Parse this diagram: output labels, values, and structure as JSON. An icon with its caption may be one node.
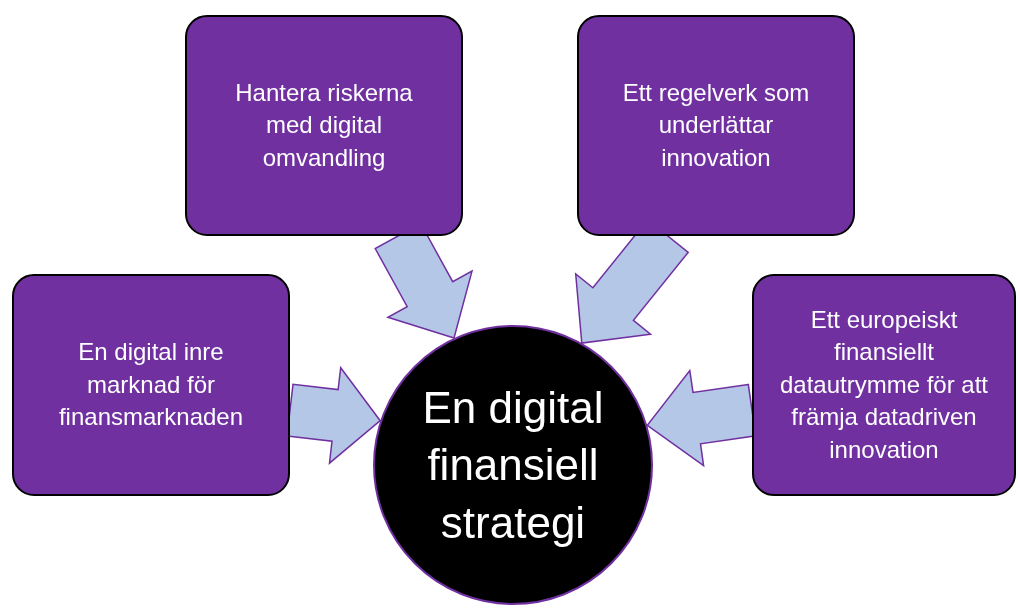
{
  "diagram": {
    "nodes": [
      {
        "text": [
          "Hantera riskerna med digital omvandling"
        ]
      },
      {
        "text": [
          "Ett regelverk som underlättar innovation"
        ]
      },
      {
        "text": [
          "En digital inre marknad för finansmarknaden"
        ]
      },
      {
        "text": [
          "Ett europeiskt finansiellt datautrymme för att främja datadriven innovation"
        ]
      },
      {
        "text": [
          "En digital finansiell strategi"
        ]
      }
    ],
    "edges": [
      {
        "from": 0,
        "to": 4,
        "arrow": "to"
      },
      {
        "from": 1,
        "to": 4,
        "arrow": "to"
      },
      {
        "from": 2,
        "to": 4,
        "arrow": "to"
      },
      {
        "from": 3,
        "to": 4,
        "arrow": "to"
      }
    ]
  }
}
